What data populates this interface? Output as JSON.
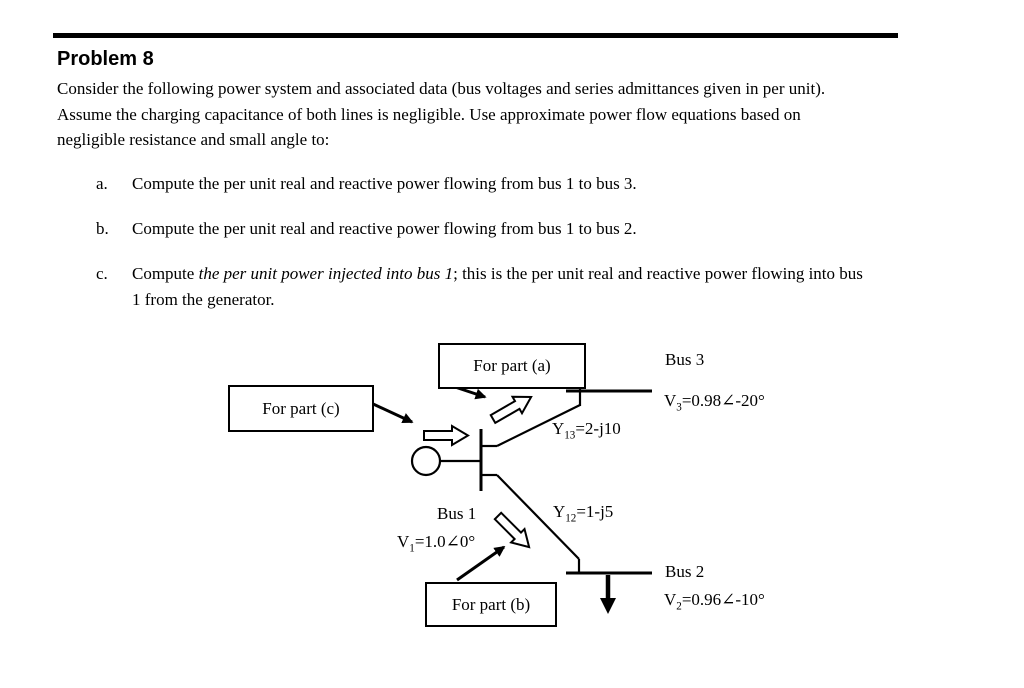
{
  "header": {
    "title": "Problem 8"
  },
  "intro": {
    "lines": [
      "Consider the following power system and associated data (bus voltages and series admittances given in per unit).",
      "Assume the charging capacitance of both lines is negligible. Use approximate power flow equations based on",
      "negligible resistance and small angle to:"
    ]
  },
  "tasks": [
    {
      "marker": "a.",
      "text": "Compute the per unit real and reactive power flowing from bus 1 to bus 3."
    },
    {
      "marker": "b.",
      "text": "Compute the per unit real and reactive power flowing from bus 1 to bus 2."
    },
    {
      "marker": "c.",
      "pre": "Compute ",
      "italic": "the per unit power injected into bus 1",
      "post": "; this is the per unit real and reactive power flowing into bus",
      "line2": "1 from the generator."
    }
  ],
  "diagram": {
    "callout_a": "For part (a)",
    "callout_b": "For part (b)",
    "callout_c": "For part (c)",
    "bus1": {
      "name": "Bus 1",
      "v_base": "V",
      "v_sub": "1",
      "v_rest": "=1.0∠0°"
    },
    "bus2": {
      "name": "Bus 2",
      "v_base": "V",
      "v_sub": "2",
      "v_rest": "=0.96∠-10°"
    },
    "bus3": {
      "name": "Bus 3",
      "v_base": "V",
      "v_sub": "3",
      "v_rest": "=0.98∠-20°"
    },
    "line13": {
      "y_base": "Y",
      "y_sub": "13",
      "y_rest": "=2-j10"
    },
    "line12": {
      "y_base": "Y",
      "y_sub": "12",
      "y_rest": "=1-j5"
    },
    "colors": {
      "ink": "#000000",
      "paper": "#ffffff"
    }
  }
}
